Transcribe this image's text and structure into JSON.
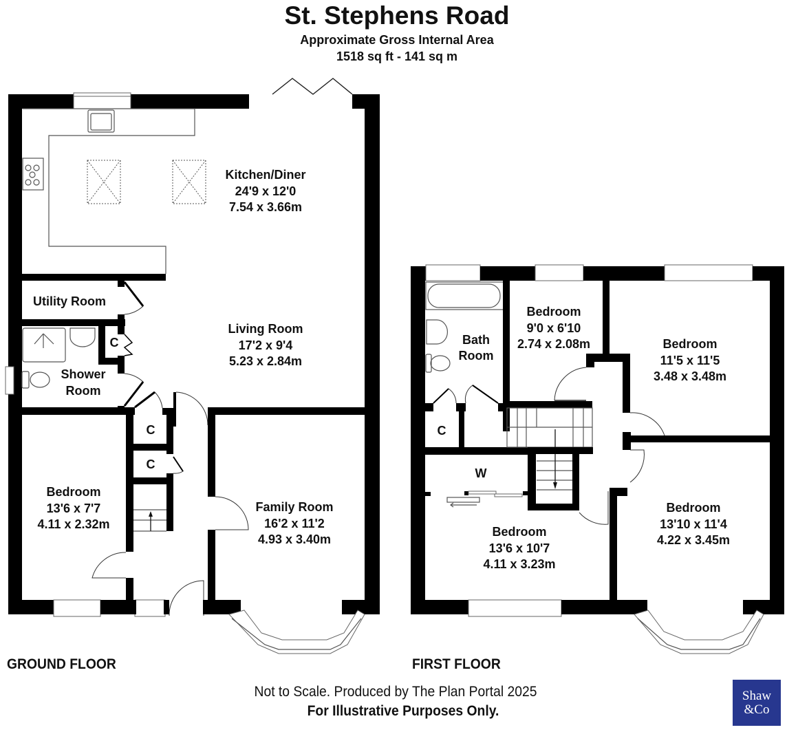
{
  "header": {
    "title": "St. Stephens Road",
    "subtitle": "Approximate Gross Internal Area",
    "area": "1518 sq ft - 141 sq m"
  },
  "floors": {
    "ground": {
      "label": "GROUND FLOOR",
      "rooms": {
        "kitchen": {
          "name": "Kitchen/Diner",
          "imperial": "24'9 x 12'0",
          "metric": "7.54 x 3.66m"
        },
        "utility": {
          "name": "Utility Room"
        },
        "living": {
          "name": "Living Room",
          "imperial": "17'2 x 9'4",
          "metric": "5.23 x 2.84m"
        },
        "shower": {
          "name_line1": "Shower",
          "name_line2": "Room"
        },
        "cupboard1": {
          "name": "C"
        },
        "cupboard2": {
          "name": "C"
        },
        "cupboard3": {
          "name": "C"
        },
        "bedroom": {
          "name": "Bedroom",
          "imperial": "13'6 x 7'7",
          "metric": "4.11 x 2.32m"
        },
        "family": {
          "name": "Family Room",
          "imperial": "16'2 x 11'2",
          "metric": "4.93 x 3.40m"
        }
      }
    },
    "first": {
      "label": "FIRST FLOOR",
      "rooms": {
        "bath": {
          "name_line1": "Bath",
          "name_line2": "Room"
        },
        "bedroom_small": {
          "name": "Bedroom",
          "imperial": "9'0 x 6'10",
          "metric": "2.74 x 2.08m"
        },
        "bedroom_rear": {
          "name": "Bedroom",
          "imperial": "11'5 x 11'5",
          "metric": "3.48 x 3.48m"
        },
        "cupboard": {
          "name": "C"
        },
        "wardrobe": {
          "name": "W"
        },
        "bedroom_front_left": {
          "name": "Bedroom",
          "imperial": "13'6 x 10'7",
          "metric": "4.11 x 3.23m"
        },
        "bedroom_front_right": {
          "name": "Bedroom",
          "imperial": "13'10 x 11'4",
          "metric": "4.22 x 3.45m"
        }
      }
    }
  },
  "footer": {
    "line1": "Not to Scale. Produced by The Plan Portal 2025",
    "line2": "For Illustrative Purposes Only."
  },
  "logo": {
    "line1": "Shaw",
    "line2": "&Co",
    "color": "#27378f"
  }
}
